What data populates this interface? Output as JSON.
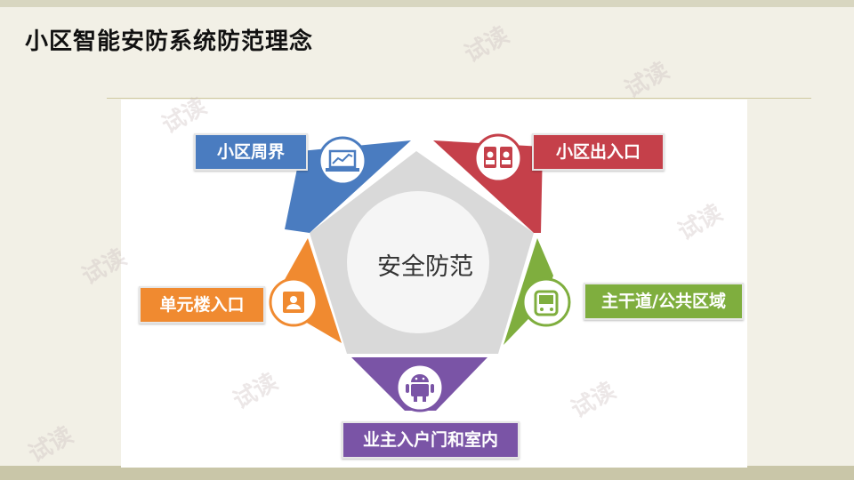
{
  "title": "小区智能安防系统防范理念",
  "center": "安全防范",
  "segments": {
    "perimeter": {
      "label": "小区周界",
      "color": "#4a7cc0",
      "icon": "laptop-icon"
    },
    "entrance": {
      "label": "小区出入口",
      "color": "#c5404a",
      "icon": "id-card-icon"
    },
    "road": {
      "label": "主干道/公共区域",
      "color": "#7fae3e",
      "icon": "gamepad-icon"
    },
    "household": {
      "label": "业主入户门和室内",
      "color": "#7a54a6",
      "icon": "android-icon"
    },
    "building": {
      "label": "单元楼入口",
      "color": "#f08a30",
      "icon": "address-book-icon"
    }
  },
  "watermark": "试读",
  "colors": {
    "background": "#f2f0e6",
    "pentagon": "#d9d9d9",
    "inner_circle": "#f5f5f5"
  }
}
